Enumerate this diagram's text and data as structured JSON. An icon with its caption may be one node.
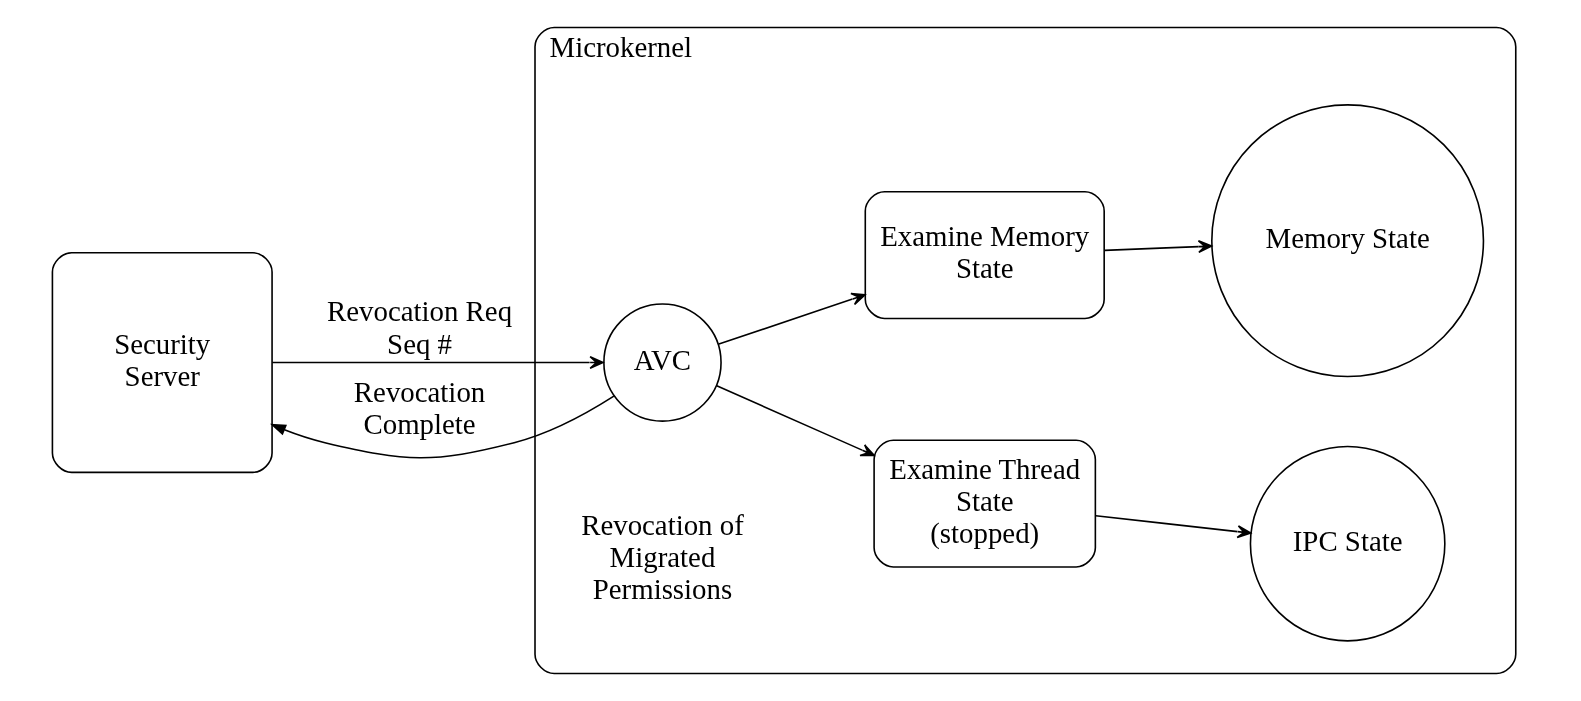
{
  "diagram": {
    "nodes": [
      {
        "text": [
          "Security Server"
        ]
      },
      {
        "text": [
          "Microkernel"
        ]
      },
      {
        "text": [
          "AVC"
        ],
        "in": 1
      },
      {
        "text": [
          "Examine Thread State (stopped)"
        ],
        "in": 1
      },
      {
        "text": [
          "IPC State"
        ],
        "in": 1
      },
      {
        "text": [
          "Examine Memory State"
        ],
        "in": 1
      },
      {
        "text": [
          "Memory State"
        ],
        "in": 1
      }
    ],
    "edges": [
      {
        "from": 0,
        "to": 2,
        "arrow": "to",
        "label": "Revocation Req Seq #"
      },
      {
        "from": 2,
        "to": 0,
        "arrow": "to",
        "label": "Revocation Complete"
      },
      {
        "from": 2,
        "to": 3,
        "arrow": "to"
      },
      {
        "from": 2,
        "to": 5,
        "arrow": "to"
      },
      {
        "from": 3,
        "to": 4,
        "arrow": "to"
      },
      {
        "from": 5,
        "to": 6,
        "arrow": "to"
      }
    ],
    "labels": [
      "Revocation of Migrated Permissions"
    ]
  }
}
